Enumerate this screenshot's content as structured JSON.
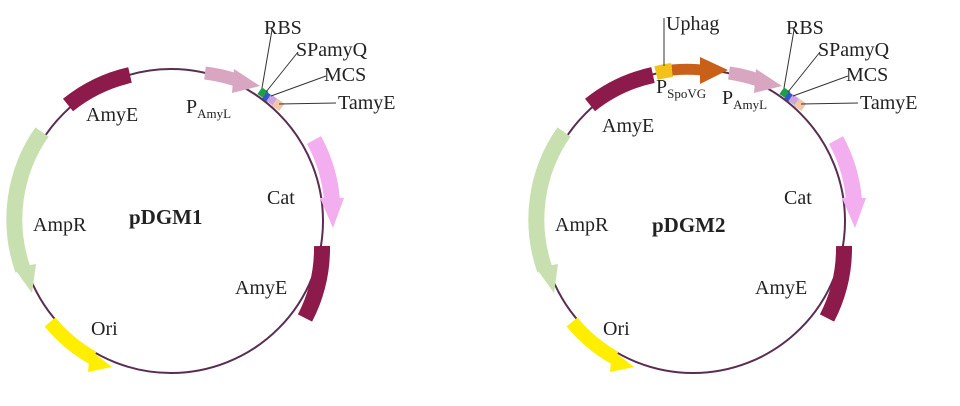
{
  "colors": {
    "backbone": "#5a2d52",
    "amyE": "#8c1a4a",
    "ampR": "#c8dfb0",
    "ori": "#ffee00",
    "cat": "#f3aef0",
    "promoterAmyL": "#d9a6c2",
    "spoVG": "#c8601a",
    "uphag": "#f3c21a",
    "rbs": "#1f9e4a",
    "spamyQ": "#3355cc",
    "mcs": "#c9a4e0",
    "tamyE": "#f2c6a8",
    "leader": "#333333"
  },
  "plasmids": [
    {
      "name": "pDGM1",
      "features": {
        "amye_top": "AmyE",
        "p_amyl_main": "P",
        "p_amyl_sub": "AmyL",
        "cat": "Cat",
        "amye_bottom": "AmyE",
        "ampr": "AmpR",
        "ori": "Ori"
      },
      "callouts": {
        "rbs": "RBS",
        "spamyq": "SPamyQ",
        "mcs": "MCS",
        "tamye": "TamyE"
      }
    },
    {
      "name": "pDGM2",
      "features": {
        "uphag": "Uphag",
        "p_spovg_main": "P",
        "p_spovg_sub": "SpoVG",
        "amye_top": "AmyE",
        "p_amyl_main": "P",
        "p_amyl_sub": "AmyL",
        "cat": "Cat",
        "amye_bottom": "AmyE",
        "ampr": "AmpR",
        "ori": "Ori"
      },
      "callouts": {
        "rbs": "RBS",
        "spamyq": "SPamyQ",
        "mcs": "MCS",
        "tamye": "TamyE"
      }
    }
  ]
}
